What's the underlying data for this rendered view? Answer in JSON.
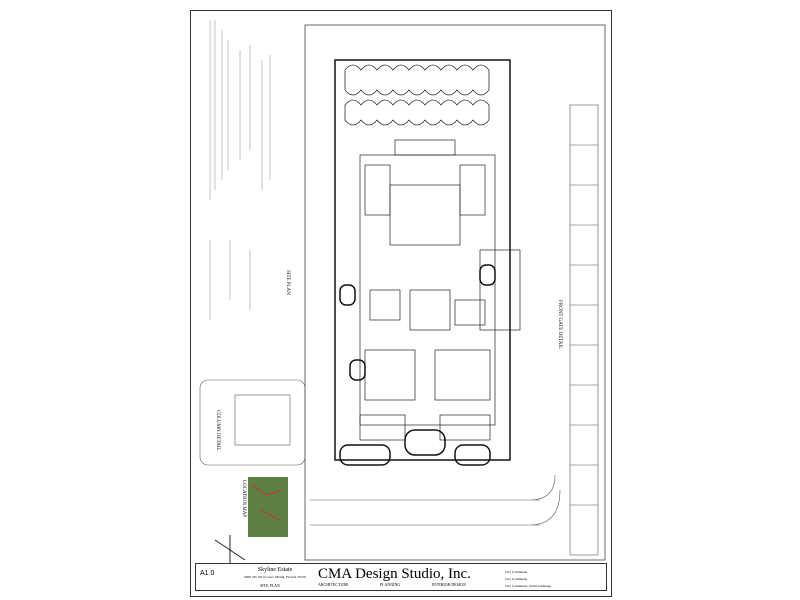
{
  "project": {
    "name": "Skyline Estate",
    "address": "9000 SW 83rd Court, Miami, Florida 33156",
    "sheet_title": "SITE PLAN",
    "sheet_number": "A1.0"
  },
  "firm": {
    "name": "CMA Design Studio, Inc.",
    "disciplines": [
      "ARCHITECTURE",
      "PLANNING",
      "INTERIOR DESIGN"
    ]
  },
  "labels": {
    "site_plan": "SITE PLAN",
    "front_gate": "FRONT GATE DETAIL",
    "location_map": "LOCATION MAP",
    "column_detail": "COLUMN DETAIL"
  },
  "revisions": [
    "City Comments",
    "City Comments",
    "City Comments, Storm Drainage"
  ]
}
